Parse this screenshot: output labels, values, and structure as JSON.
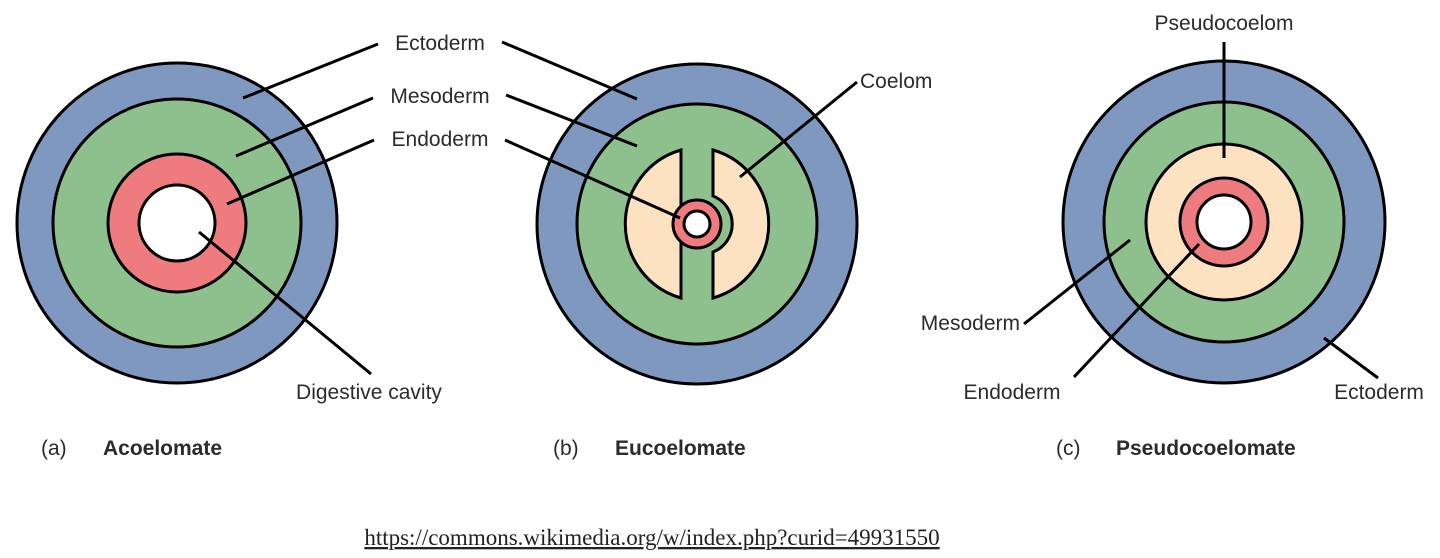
{
  "colors": {
    "ectoderm": "#7f98bf",
    "mesoderm": "#8dc08d",
    "endoderm": "#ee7b7e",
    "coelom": "#fde2c1",
    "cavity": "#ffffff"
  },
  "panels": {
    "a": {
      "letter": "(a)",
      "title": "Acoelomate",
      "labels": {
        "ectoderm": "Ectoderm",
        "mesoderm": "Mesoderm",
        "endoderm": "Endoderm",
        "digestive_cavity": "Digestive cavity"
      }
    },
    "b": {
      "letter": "(b)",
      "title": "Eucoelomate",
      "labels": {
        "coelom": "Coelom"
      }
    },
    "c": {
      "letter": "(c)",
      "title": "Pseudocoelomate",
      "labels": {
        "pseudocoelom": "Pseudocoelom",
        "mesoderm": "Mesoderm",
        "endoderm": "Endoderm",
        "ectoderm": "Ectoderm"
      }
    }
  },
  "source_url": "https://commons.wikimedia.org/w/index.php?curid=49931550"
}
